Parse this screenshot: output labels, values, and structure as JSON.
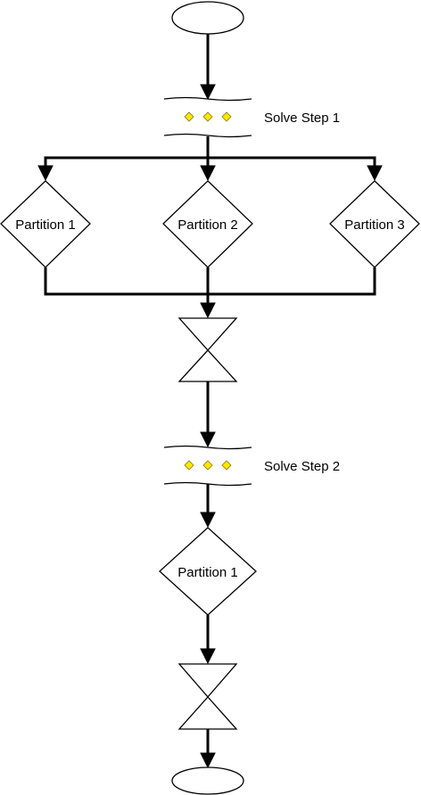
{
  "diagram": {
    "steps": [
      {
        "label": "Solve Step 1"
      },
      {
        "label": "Solve Step 2"
      }
    ],
    "step1_partitions": [
      {
        "label": "Partition 1"
      },
      {
        "label": "Partition 2"
      },
      {
        "label": "Partition 3"
      }
    ],
    "step2_partitions": [
      {
        "label": "Partition 1"
      }
    ],
    "colors": {
      "stroke": "#000000",
      "fill": "#ffffff",
      "marker": "#ffe600"
    }
  }
}
